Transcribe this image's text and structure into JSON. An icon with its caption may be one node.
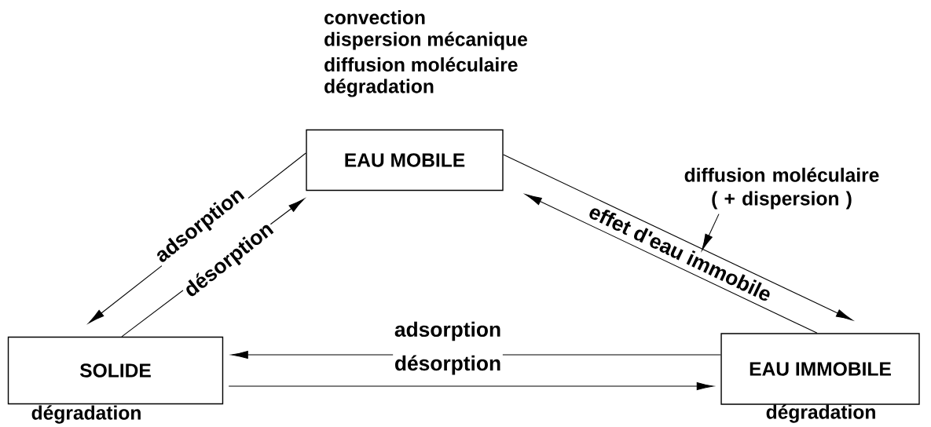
{
  "diagram": {
    "nodes": [
      {
        "text": [
          "EAU MOBILE"
        ],
        "beside": [
          "convection",
          "dispersion mécanique",
          "diffusion moléculaire",
          "dégradation"
        ]
      },
      {
        "text": [
          "SOLIDE"
        ],
        "beside": [
          "dégradation"
        ]
      },
      {
        "text": [
          "EAU IMMOBILE"
        ],
        "beside": [
          "dégradation"
        ]
      },
      {
        "text": [
          "diffusion moléculaire ( + dispersion )"
        ]
      }
    ],
    "edges": [
      {
        "from": 0,
        "to": 1,
        "arrow": "to",
        "label": "adsorption"
      },
      {
        "from": 1,
        "to": 0,
        "arrow": "to",
        "label": "désorption"
      },
      {
        "from": 0,
        "to": 2,
        "arrow": "to"
      },
      {
        "from": 2,
        "to": 0,
        "arrow": "to",
        "label": "effet d'eau immobile"
      },
      {
        "from": 2,
        "to": 1,
        "arrow": "to",
        "label": "adsorption"
      },
      {
        "from": 1,
        "to": 2,
        "arrow": "to",
        "label": "désorption"
      },
      {
        "from": 3,
        "to": null,
        "arrow": "to"
      }
    ]
  }
}
